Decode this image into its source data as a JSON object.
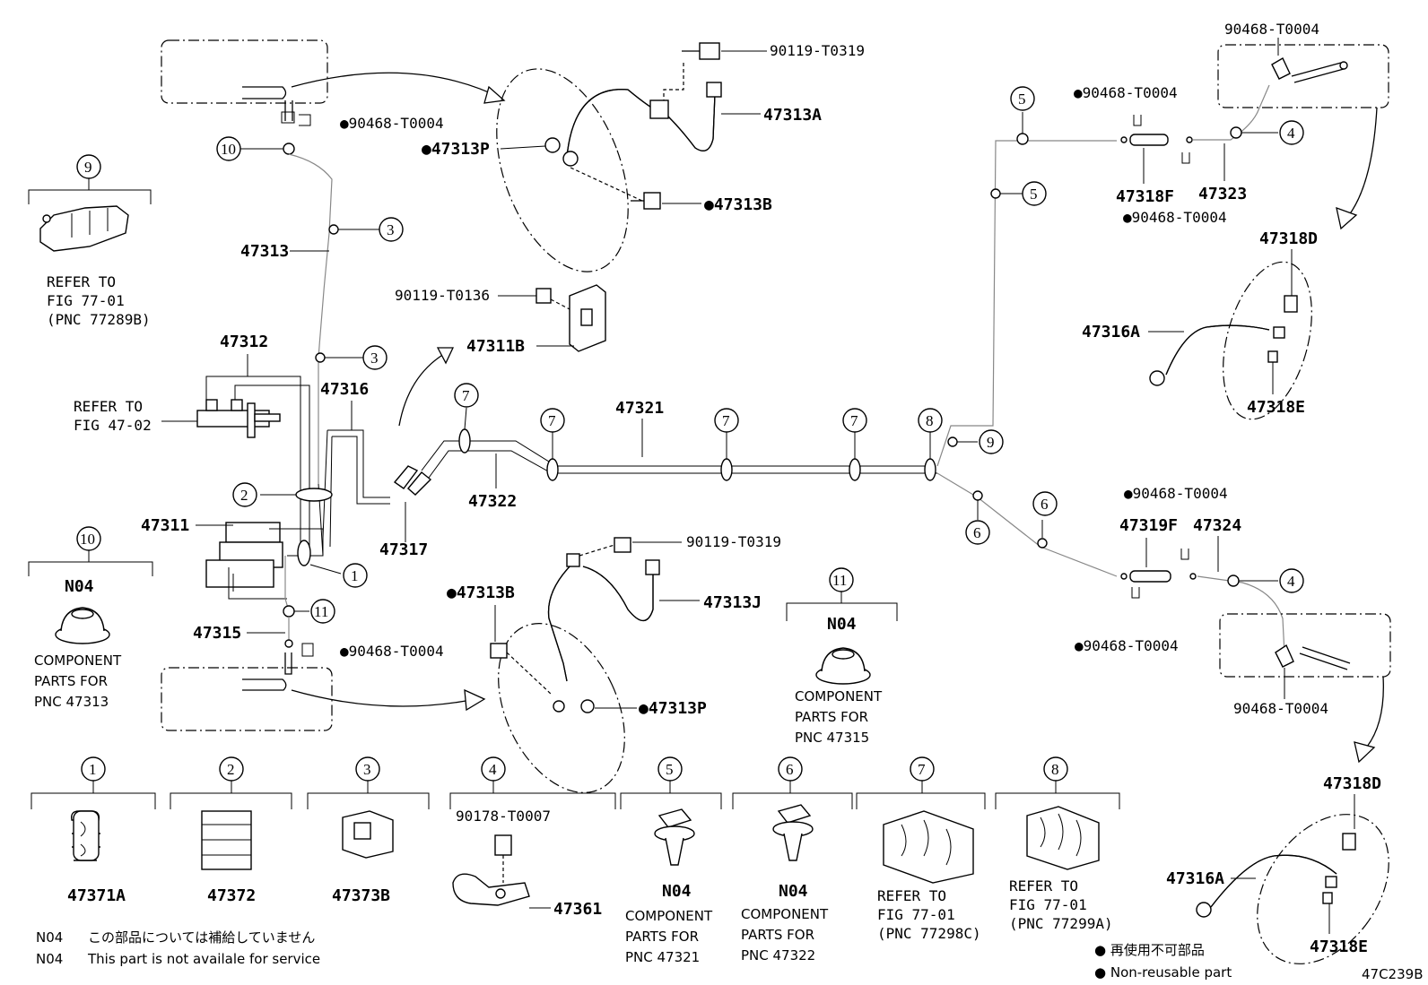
{
  "labels": {
    "p90119_T0319_a": "90119-T0319",
    "p47313A": "47313A",
    "p90468_T0004_a": "●90468-T0004",
    "p47313P_a": "●47313P",
    "p47313B_a": "●47313B",
    "p47313": "47313",
    "refer_a1": "REFER TO",
    "refer_a2": "FIG 77-01",
    "refer_a3": "(PNC 77289B)",
    "p47312": "47312",
    "refer_b1": "REFER TO",
    "refer_b2": "FIG 47-02",
    "p90119_T0136": "90119-T0136",
    "p47311B": "47311B",
    "p47316": "47316",
    "p47321": "47321",
    "p47322": "47322",
    "p47311": "47311",
    "p47317": "47317",
    "p47315": "47315",
    "p90468_T0004_b": "●90468-T0004",
    "p90119_T0319_b": "90119-T0319",
    "p47313B_b": "●47313B",
    "p47313J": "47313J",
    "p47313P_b": "●47313P",
    "p90468_T0004_c": "90468-T0004",
    "p90468_T0004_d": "●90468-T0004",
    "p47318F": "47318F",
    "p47323": "47323",
    "p90468_T0004_e": "●90468-T0004",
    "p47318D_a": "47318D",
    "p47316A_a": "47316A",
    "p47318E_a": "47318E",
    "p90468_T0004_f": "●90468-T0004",
    "p47319F": "47319F",
    "p47324": "47324",
    "p90468_T0004_g": "●90468-T0004",
    "p90468_T0004_h": "90468-T0004",
    "p47318D_b": "47318D",
    "p47316A_b": "47316A",
    "p47318E_b": "47318E",
    "n04_10": "N04",
    "comp10_1": "COMPONENT",
    "comp10_2": "PARTS FOR",
    "comp10_3": "PNC 47313",
    "n04_11": "N04",
    "comp11_1": "COMPONENT",
    "comp11_2": "PARTS FOR",
    "comp11_3": "PNC 47315",
    "p47371A": "47371A",
    "p47372": "47372",
    "p47373B": "47373B",
    "p90178_T0007": "90178-T0007",
    "p47361": "47361",
    "n04_5": "N04",
    "comp5_1": "COMPONENT",
    "comp5_2": "PARTS FOR",
    "comp5_3": "PNC 47321",
    "n04_6": "N04",
    "comp6_1": "COMPONENT",
    "comp6_2": "PARTS FOR",
    "comp6_3": "PNC 47322",
    "refer7_1": "REFER TO",
    "refer7_2": "FIG 77-01",
    "refer7_3": "(PNC 77298C)",
    "refer8_1": "REFER TO",
    "refer8_2": "FIG 77-01",
    "refer8_3": "(PNC 77299A)",
    "note_jp_code": "N04",
    "note_jp_text": "この部品については補給していません",
    "note_en_code": "N04",
    "note_en_text": "This part is not availale for service",
    "legend_jp": "● 再使用不可部品",
    "legend_en": "● Non-reusable part",
    "fig_code": "47C239B"
  },
  "callouts": [
    "1",
    "2",
    "3",
    "4",
    "5",
    "6",
    "7",
    "8",
    "9",
    "10",
    "11"
  ]
}
